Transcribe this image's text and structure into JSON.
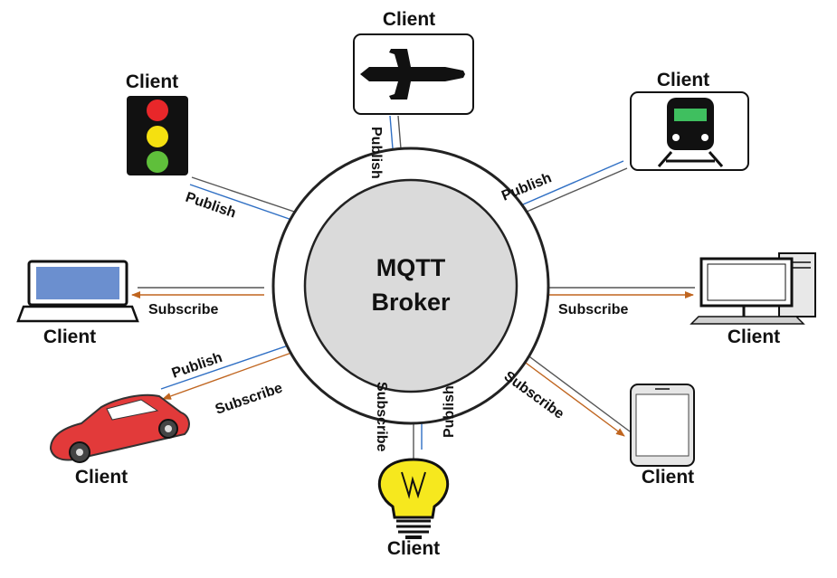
{
  "broker": {
    "line1": "MQTT",
    "line2": "Broker"
  },
  "colors": {
    "publish_arrow": "#2f6fc4",
    "subscribe_arrow": "#c0651f",
    "broker_fill": "#dadada",
    "ring": "#222222"
  },
  "clients": {
    "airplane": {
      "label": "Client",
      "icon": "airplane-icon",
      "link": "Publish"
    },
    "train": {
      "label": "Client",
      "icon": "train-icon",
      "link": "Publish"
    },
    "desktop": {
      "label": "Client",
      "icon": "desktop-computer-icon",
      "link": "Subscribe"
    },
    "phone": {
      "label": "Client",
      "icon": "smartphone-icon",
      "link": "Subscribe"
    },
    "bulb": {
      "label": "Client",
      "icon": "light-bulb-icon",
      "link_a": "Subscribe",
      "link_b": "Publish"
    },
    "car": {
      "label": "Client",
      "icon": "car-icon",
      "link_a": "Publish",
      "link_b": "Subscribe"
    },
    "laptop": {
      "label": "Client",
      "icon": "laptop-icon",
      "link": "Subscribe"
    },
    "traffic": {
      "label": "Client",
      "icon": "traffic-light-icon",
      "link": "Publish"
    }
  }
}
